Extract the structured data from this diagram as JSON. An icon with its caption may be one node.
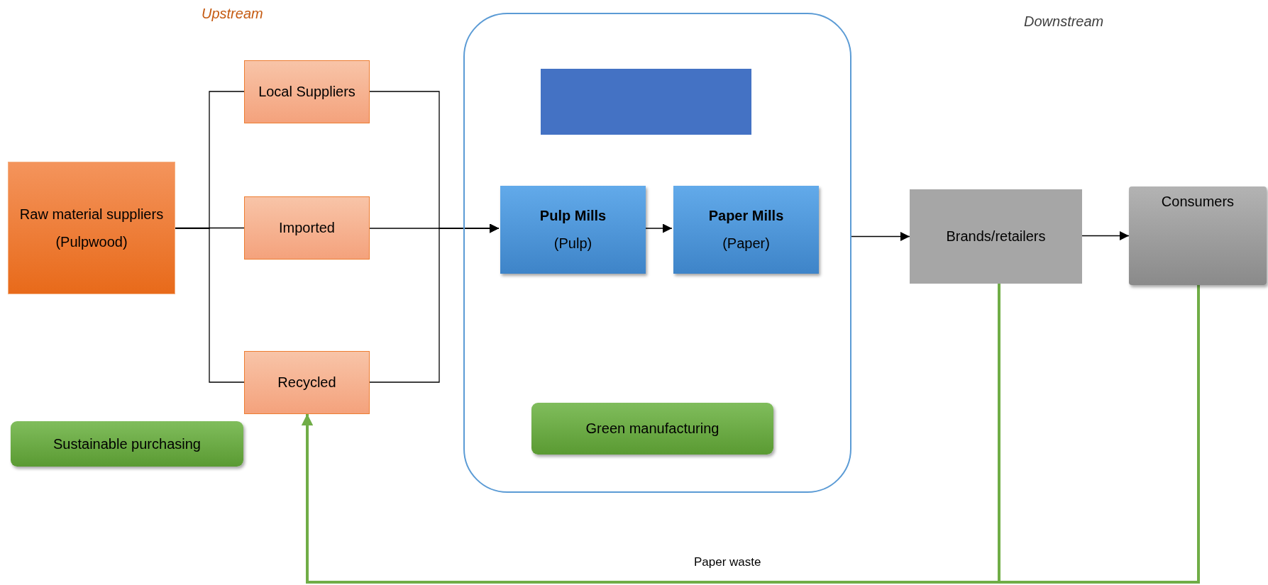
{
  "diagram": {
    "nodes": [
      {
        "text": [
          "Raw material suppliers",
          "(Pulpwood)"
        ]
      },
      {
        "text": [
          "Local Suppliers"
        ]
      },
      {
        "text": [
          "Imported"
        ]
      },
      {
        "text": [
          "Recycled"
        ]
      },
      {
        "text": [
          "Sustainable purchasing"
        ]
      },
      {
        "text": [],
        "shape": "box"
      },
      {
        "text": [],
        "shape": "box",
        "in": 5
      },
      {
        "text": [
          "Pulp Mills",
          "(Pulp)"
        ],
        "in": 5
      },
      {
        "text": [
          "Paper Mills",
          "(Paper)"
        ],
        "in": 5
      },
      {
        "text": [
          "Green manufacturing"
        ],
        "in": 5
      },
      {
        "text": [
          "Brands/retailers"
        ]
      },
      {
        "text": [
          "Consumers"
        ]
      }
    ],
    "edges": [
      {
        "from": 0,
        "to": 1,
        "arrow": "none"
      },
      {
        "from": 0,
        "to": 2,
        "arrow": "none"
      },
      {
        "from": 0,
        "to": 3,
        "arrow": "none"
      },
      {
        "from": 1,
        "to": 7,
        "arrow": "to"
      },
      {
        "from": 2,
        "to": 7,
        "arrow": "to"
      },
      {
        "from": 3,
        "to": 7,
        "arrow": "to"
      },
      {
        "from": 7,
        "to": 8,
        "arrow": "to"
      },
      {
        "from": 5,
        "to": 10,
        "arrow": "to"
      },
      {
        "from": 10,
        "to": 11,
        "arrow": "to"
      },
      {
        "from": 10,
        "to": 3,
        "arrow": "to",
        "style": "thick",
        "color": "#70ad47"
      },
      {
        "from": 11,
        "to": 3,
        "arrow": "to",
        "style": "thick",
        "color": "#70ad47",
        "label": "Paper waste"
      }
    ],
    "labels": [
      "Upstream",
      "Downstream"
    ]
  }
}
